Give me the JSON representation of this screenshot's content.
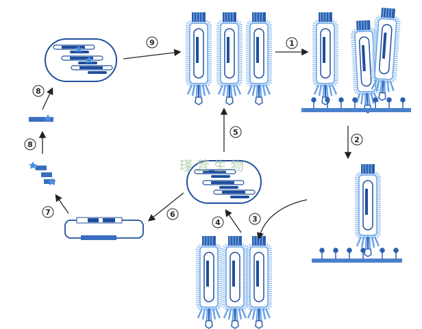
{
  "steps": [
    "1",
    "2",
    "3",
    "4",
    "5",
    "6",
    "7",
    "8",
    "8",
    "9"
  ],
  "watermark": "瑾萱生物",
  "colors": {
    "dark_blue": "#1f4e9c",
    "light_blue": "#7fb2ea",
    "arrow": "#222222"
  }
}
